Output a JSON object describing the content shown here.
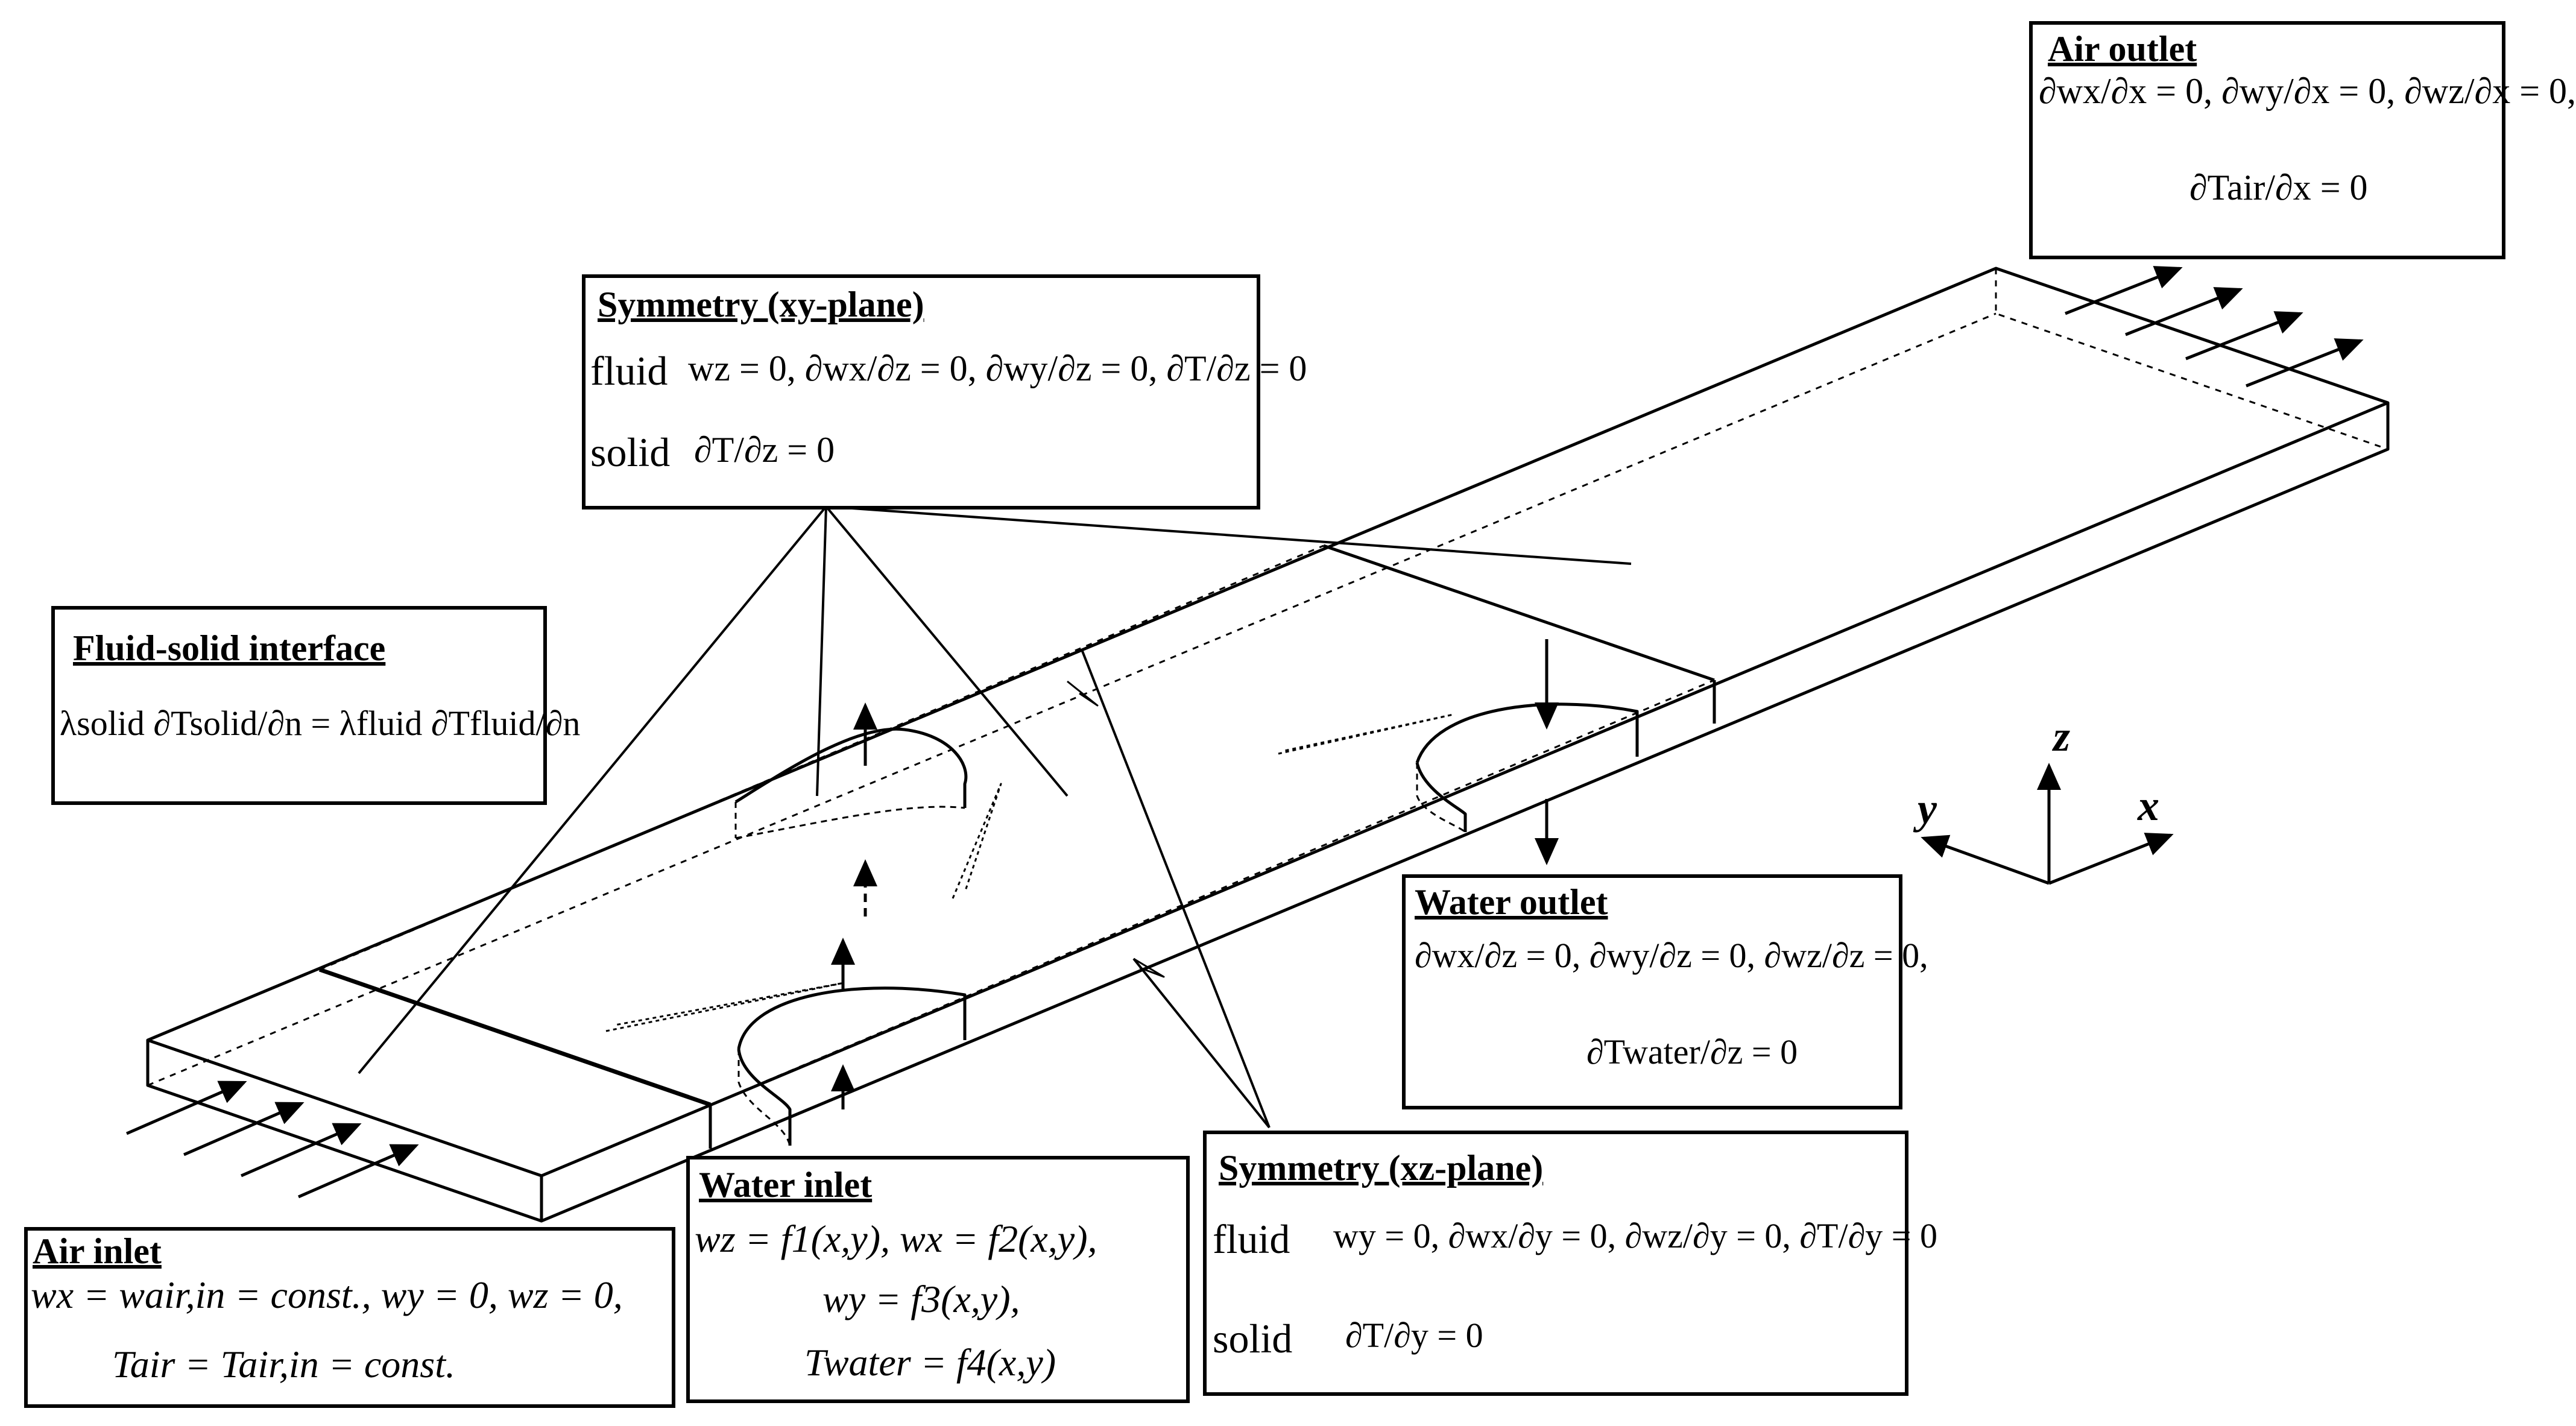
{
  "boxes": {
    "air_outlet": {
      "title": "Air outlet",
      "eq1": "∂wx/∂x = 0, ∂wy/∂x = 0, ∂wz/∂x = 0,",
      "eq2": "∂Tair/∂x = 0"
    },
    "symmetry_xy": {
      "title": "Symmetry (xy-plane)",
      "fluid_label": "fluid",
      "fluid_eq": "wz = 0, ∂wx/∂z = 0, ∂wy/∂z = 0, ∂T/∂z = 0",
      "solid_label": "solid",
      "solid_eq": "∂T/∂z = 0"
    },
    "fluid_solid": {
      "title": "Fluid-solid interface",
      "eq": "λsolid ∂Tsolid/∂n = λfluid ∂Tfluid/∂n"
    },
    "water_outlet": {
      "title": "Water outlet",
      "eq1": "∂wx/∂z = 0, ∂wy/∂z = 0, ∂wz/∂z = 0,",
      "eq2": "∂Twater/∂z = 0"
    },
    "water_inlet": {
      "title": "Water inlet",
      "eq1": "wz = f1(x,y), wx = f2(x,y),",
      "eq2": "wy = f3(x,y),",
      "eq3": "Twater = f4(x,y)"
    },
    "symmetry_xz": {
      "title": "Symmetry (xz-plane)",
      "fluid_label": "fluid",
      "fluid_eq": "wy = 0, ∂wx/∂y = 0, ∂wz/∂y = 0, ∂T/∂y = 0",
      "solid_label": "solid",
      "solid_eq": "∂T/∂y = 0"
    },
    "air_inlet": {
      "title": "Air inlet",
      "eq1": "wx = wair,in = const., wy = 0, wz = 0,",
      "eq2": "Tair = Tair,in = const."
    }
  },
  "axes": {
    "x": "x",
    "y": "y",
    "z": "z"
  }
}
